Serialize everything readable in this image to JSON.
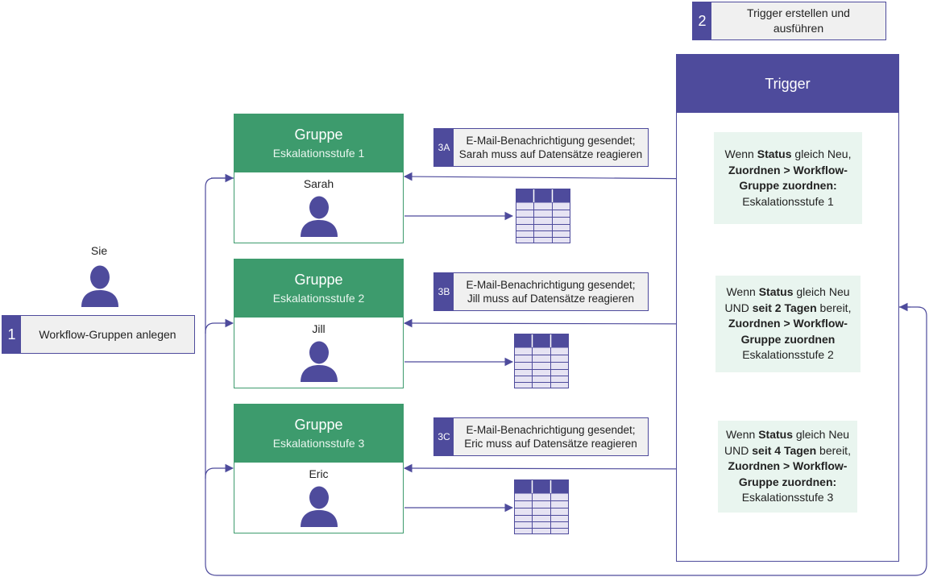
{
  "colors": {
    "purple": "#4e4b9c",
    "green": "#3d9b6d",
    "rule_bg": "#e9f5ef",
    "grey_box": "#f0f0f0",
    "table_light": "#e6e3f3"
  },
  "steps": {
    "step1": {
      "number": "1",
      "label": "Workflow-Gruppen anlegen"
    },
    "step2": {
      "number": "2",
      "label": "Trigger erstellen und ausführen"
    }
  },
  "you": {
    "label": "Sie",
    "icon": "person-icon"
  },
  "groups": [
    {
      "title": "Gruppe",
      "level": "Eskalationsstufe 1",
      "member": "Sarah"
    },
    {
      "title": "Gruppe",
      "level": "Eskalationsstufe 2",
      "member": "Jill"
    },
    {
      "title": "Gruppe",
      "level": "Eskalationsstufe 3",
      "member": "Eric"
    }
  ],
  "notifications": [
    {
      "number": "3A",
      "line1": "E-Mail-Benachrichtigung gesendet;",
      "line2": "Sarah muss auf Datensätze reagieren"
    },
    {
      "number": "3B",
      "line1": "E-Mail-Benachrichtigung gesendet;",
      "line2": "Jill muss auf Datensätze reagieren"
    },
    {
      "number": "3C",
      "line1": "E-Mail-Benachrichtigung gesendet;",
      "line2": "Eric muss auf Datensätze reagieren"
    }
  ],
  "trigger": {
    "title": "Trigger",
    "rules": [
      {
        "w1": "Wenn ",
        "b1": "Status",
        "w2": " gleich Neu,",
        "b2": "Zuordnen > Workflow-Gruppe zuordnen:",
        "w3": "Eskalationsstufe 1"
      },
      {
        "w1": "Wenn ",
        "b1": "Status",
        "w2": " gleich Neu UND ",
        "b2": "seit 2 Tagen",
        "w3": " bereit,",
        "b3": "Zuordnen > Workflow-Gruppe zuordnen",
        "w4": "Eskalationsstufe 2"
      },
      {
        "w1": "Wenn ",
        "b1": "Status",
        "w2": " gleich Neu UND ",
        "b2": "seit 4 Tagen",
        "w3": " bereit, ",
        "b3": "Zuordnen > Workflow- Gruppe zuordnen:",
        "w4": "Eskalationsstufe 3"
      }
    ]
  }
}
